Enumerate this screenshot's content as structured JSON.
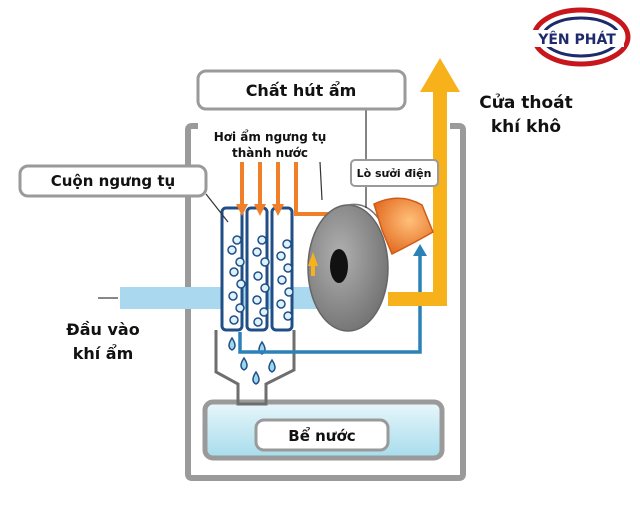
{
  "logo": {
    "text": "YÊN PHÁT",
    "colors": {
      "ring": "#c8161d",
      "text": "#1d2a6b",
      "eye": "#1d2a6b"
    }
  },
  "labels": {
    "desiccant": "Chất hút ẩm",
    "condensed_vapor_line1": "Hơi ẩm ngưng tụ",
    "condensed_vapor_line2": "thành nước",
    "electric_heater": "Lò sưởi điện",
    "condenser_coil": "Cuộn ngưng tụ",
    "dry_air_outlet_line1": "Cửa thoát",
    "dry_air_outlet_line2": "khí khô",
    "humid_air_inlet_line1": "Đầu vào",
    "humid_air_inlet_line2": "khí ẩm",
    "water_tank": "Bể nước"
  },
  "colors": {
    "housing": "#9a9a9a",
    "humid_air_arrow": "#a9d8ef",
    "dry_air_arrow": "#f7b21b",
    "hot_air_arrow": "#f07f2a",
    "return_air": "#2b82b8",
    "wheel": "#888888",
    "heater": "#f08a2c",
    "water": "#bfe6f2",
    "droplet": "#9dd6ee"
  },
  "icons": [
    "logo-eye-icon",
    "droplet-icon",
    "arrow-icon"
  ]
}
